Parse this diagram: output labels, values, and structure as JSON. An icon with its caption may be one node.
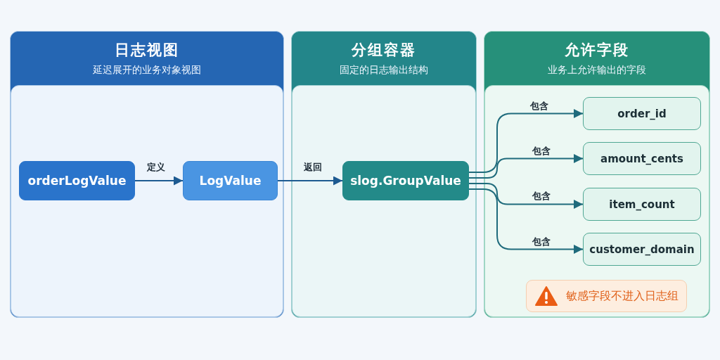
{
  "diagram": {
    "nodes": [
      {
        "text": [
          "日志视图",
          "延迟展开的业务对象视图"
        ]
      },
      {
        "text": [
          "orderLogValue"
        ],
        "in": 0
      },
      {
        "text": [
          "LogValue"
        ],
        "in": 0
      },
      {
        "text": [
          "分组容器",
          "固定的日志输出结构"
        ]
      },
      {
        "text": [
          "slog.GroupValue"
        ],
        "in": 3
      },
      {
        "text": [
          "允许字段",
          "业务上允许输出的字段"
        ]
      },
      {
        "text": [
          "order_id"
        ],
        "in": 5
      },
      {
        "text": [
          "amount_cents"
        ],
        "in": 5
      },
      {
        "text": [
          "item_count"
        ],
        "in": 5
      },
      {
        "text": [
          "customer_domain"
        ],
        "in": 5
      },
      {
        "text": [
          "敏感字段不进入日志组"
        ],
        "in": 5
      }
    ],
    "edges": [
      {
        "from": 1,
        "to": 2,
        "arrow": "to",
        "label": "定义"
      },
      {
        "from": 2,
        "to": 4,
        "arrow": "to",
        "label": "返回"
      },
      {
        "from": 4,
        "to": 6,
        "arrow": "to",
        "label": "包含",
        "color": "#1f6b7c"
      },
      {
        "from": 4,
        "to": 7,
        "arrow": "to",
        "label": "包含",
        "color": "#1f6b7c"
      },
      {
        "from": 4,
        "to": 8,
        "arrow": "to",
        "label": "包含",
        "color": "#1f6b7c"
      },
      {
        "from": 4,
        "to": 9,
        "arrow": "to",
        "label": "包含",
        "color": "#1f6b7c"
      }
    ]
  }
}
